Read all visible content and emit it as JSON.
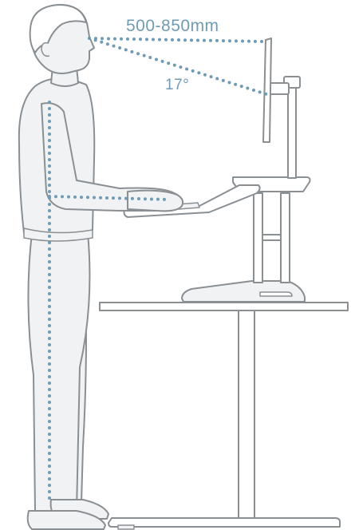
{
  "annotations": {
    "eye_to_monitor_distance": "500-850mm",
    "monitor_tilt_angle": "17°"
  },
  "colors": {
    "outline": "#8a8f94",
    "outline_light": "#b3b8bc",
    "fill_figure": "#f1f2f3",
    "fill_white": "#ffffff",
    "guide_dots": "#6f9bb5",
    "label_text": "#6f9bb5"
  },
  "illustration": {
    "subject": "person-standing-at-sit-stand-desk-converter",
    "parts": [
      "person",
      "monitor",
      "monitor-arm",
      "keyboard-tray",
      "riser-base",
      "desk"
    ]
  }
}
